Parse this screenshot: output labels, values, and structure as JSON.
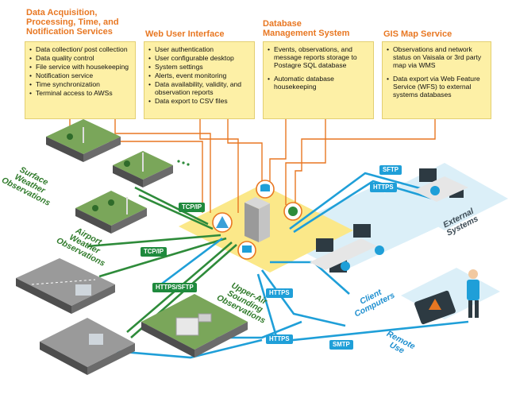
{
  "sections": {
    "acquisition": {
      "title": [
        "Data Acquisition,",
        "Processing, Time, and",
        "Notification Services"
      ],
      "items": [
        "Data collection/ post collection",
        "Data quality control",
        "File service with housekeeping",
        "Notification service",
        "Time synchronization",
        "Terminal access to AWSs"
      ]
    },
    "web_ui": {
      "title": [
        "Web User Interface"
      ],
      "items": [
        "User authentication",
        "User configurable desktop",
        "System settings",
        "Alerts, event monitoring",
        "Data availability, validity, and observation reports",
        "Data export to CSV files"
      ]
    },
    "database": {
      "title": [
        "Database",
        "Management System"
      ],
      "items": [
        "Events, observations, and message reports storage to Postagre SQL database",
        "Automatic database housekeeping"
      ]
    },
    "gis": {
      "title": [
        "GIS Map Service"
      ],
      "items": [
        "Observations and network status on Vaisala or 3rd party map via WMS",
        "Data export via Web Feature Service (WFS) to external systems databases"
      ]
    }
  },
  "protocols": {
    "tcpip_1": "TCP/IP",
    "tcpip_2": "TCP/IP",
    "https_sftp": "HTTPS/SFTP",
    "sftp": "SFTP",
    "https_ext": "HTTPS",
    "https_client": "HTTPS",
    "https_upper": "HTTPS",
    "smtp": "SMTP"
  },
  "areas": {
    "surface": [
      "Surface",
      "Weather",
      "Observations"
    ],
    "airport": [
      "Airport",
      "Weather",
      "Observations"
    ],
    "upper_air": [
      "Upper-Air",
      "Sounding",
      "Observations"
    ],
    "client": [
      "Client",
      "Computers"
    ],
    "external": [
      "External",
      "Systems"
    ],
    "remote": [
      "Remote",
      "Use"
    ]
  },
  "colors": {
    "title_orange": "#e87722",
    "box_yellow": "#fdf0a6",
    "line_green": "#2e8b3a",
    "line_blue": "#1f9fd8",
    "server_floor": "#fbe889",
    "blue_floor": "#dbeff8"
  }
}
